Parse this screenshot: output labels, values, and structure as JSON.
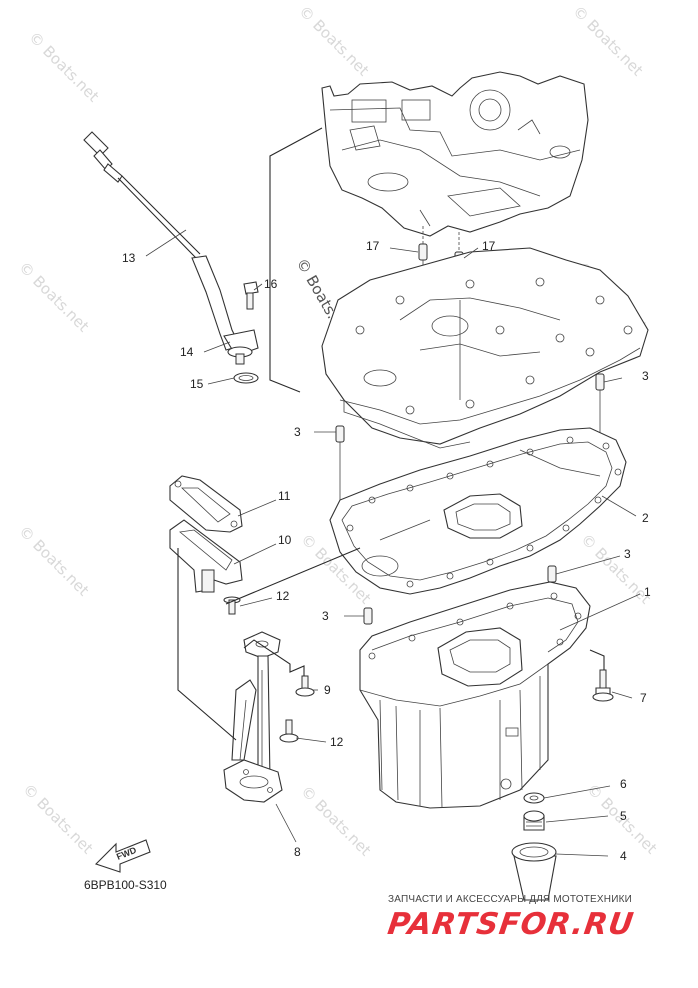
{
  "diagram_code": "6BPB100-S310",
  "watermark_text": "© Boats.net",
  "fwd_label": "FWD",
  "brand": {
    "tagline": "ЗАПЧАСТИ И АКСЕССУАРЫ ДЛЯ МОТОТЕХНИКИ",
    "logo": "PARTSFOR.RU",
    "logo_color": "#e7303a"
  },
  "callouts": [
    {
      "id": "c1",
      "label": "1"
    },
    {
      "id": "c2",
      "label": "2"
    },
    {
      "id": "c3a",
      "label": "3"
    },
    {
      "id": "c3b",
      "label": "3"
    },
    {
      "id": "c3c",
      "label": "3"
    },
    {
      "id": "c3d",
      "label": "3"
    },
    {
      "id": "c4",
      "label": "4"
    },
    {
      "id": "c5",
      "label": "5"
    },
    {
      "id": "c6",
      "label": "6"
    },
    {
      "id": "c7",
      "label": "7"
    },
    {
      "id": "c8",
      "label": "8"
    },
    {
      "id": "c9",
      "label": "9"
    },
    {
      "id": "c10",
      "label": "10"
    },
    {
      "id": "c11",
      "label": "11"
    },
    {
      "id": "c12a",
      "label": "12"
    },
    {
      "id": "c12b",
      "label": "12"
    },
    {
      "id": "c13",
      "label": "13"
    },
    {
      "id": "c14",
      "label": "14"
    },
    {
      "id": "c15",
      "label": "15"
    },
    {
      "id": "c16",
      "label": "16"
    },
    {
      "id": "c17a",
      "label": "17"
    },
    {
      "id": "c17b",
      "label": "17"
    }
  ]
}
